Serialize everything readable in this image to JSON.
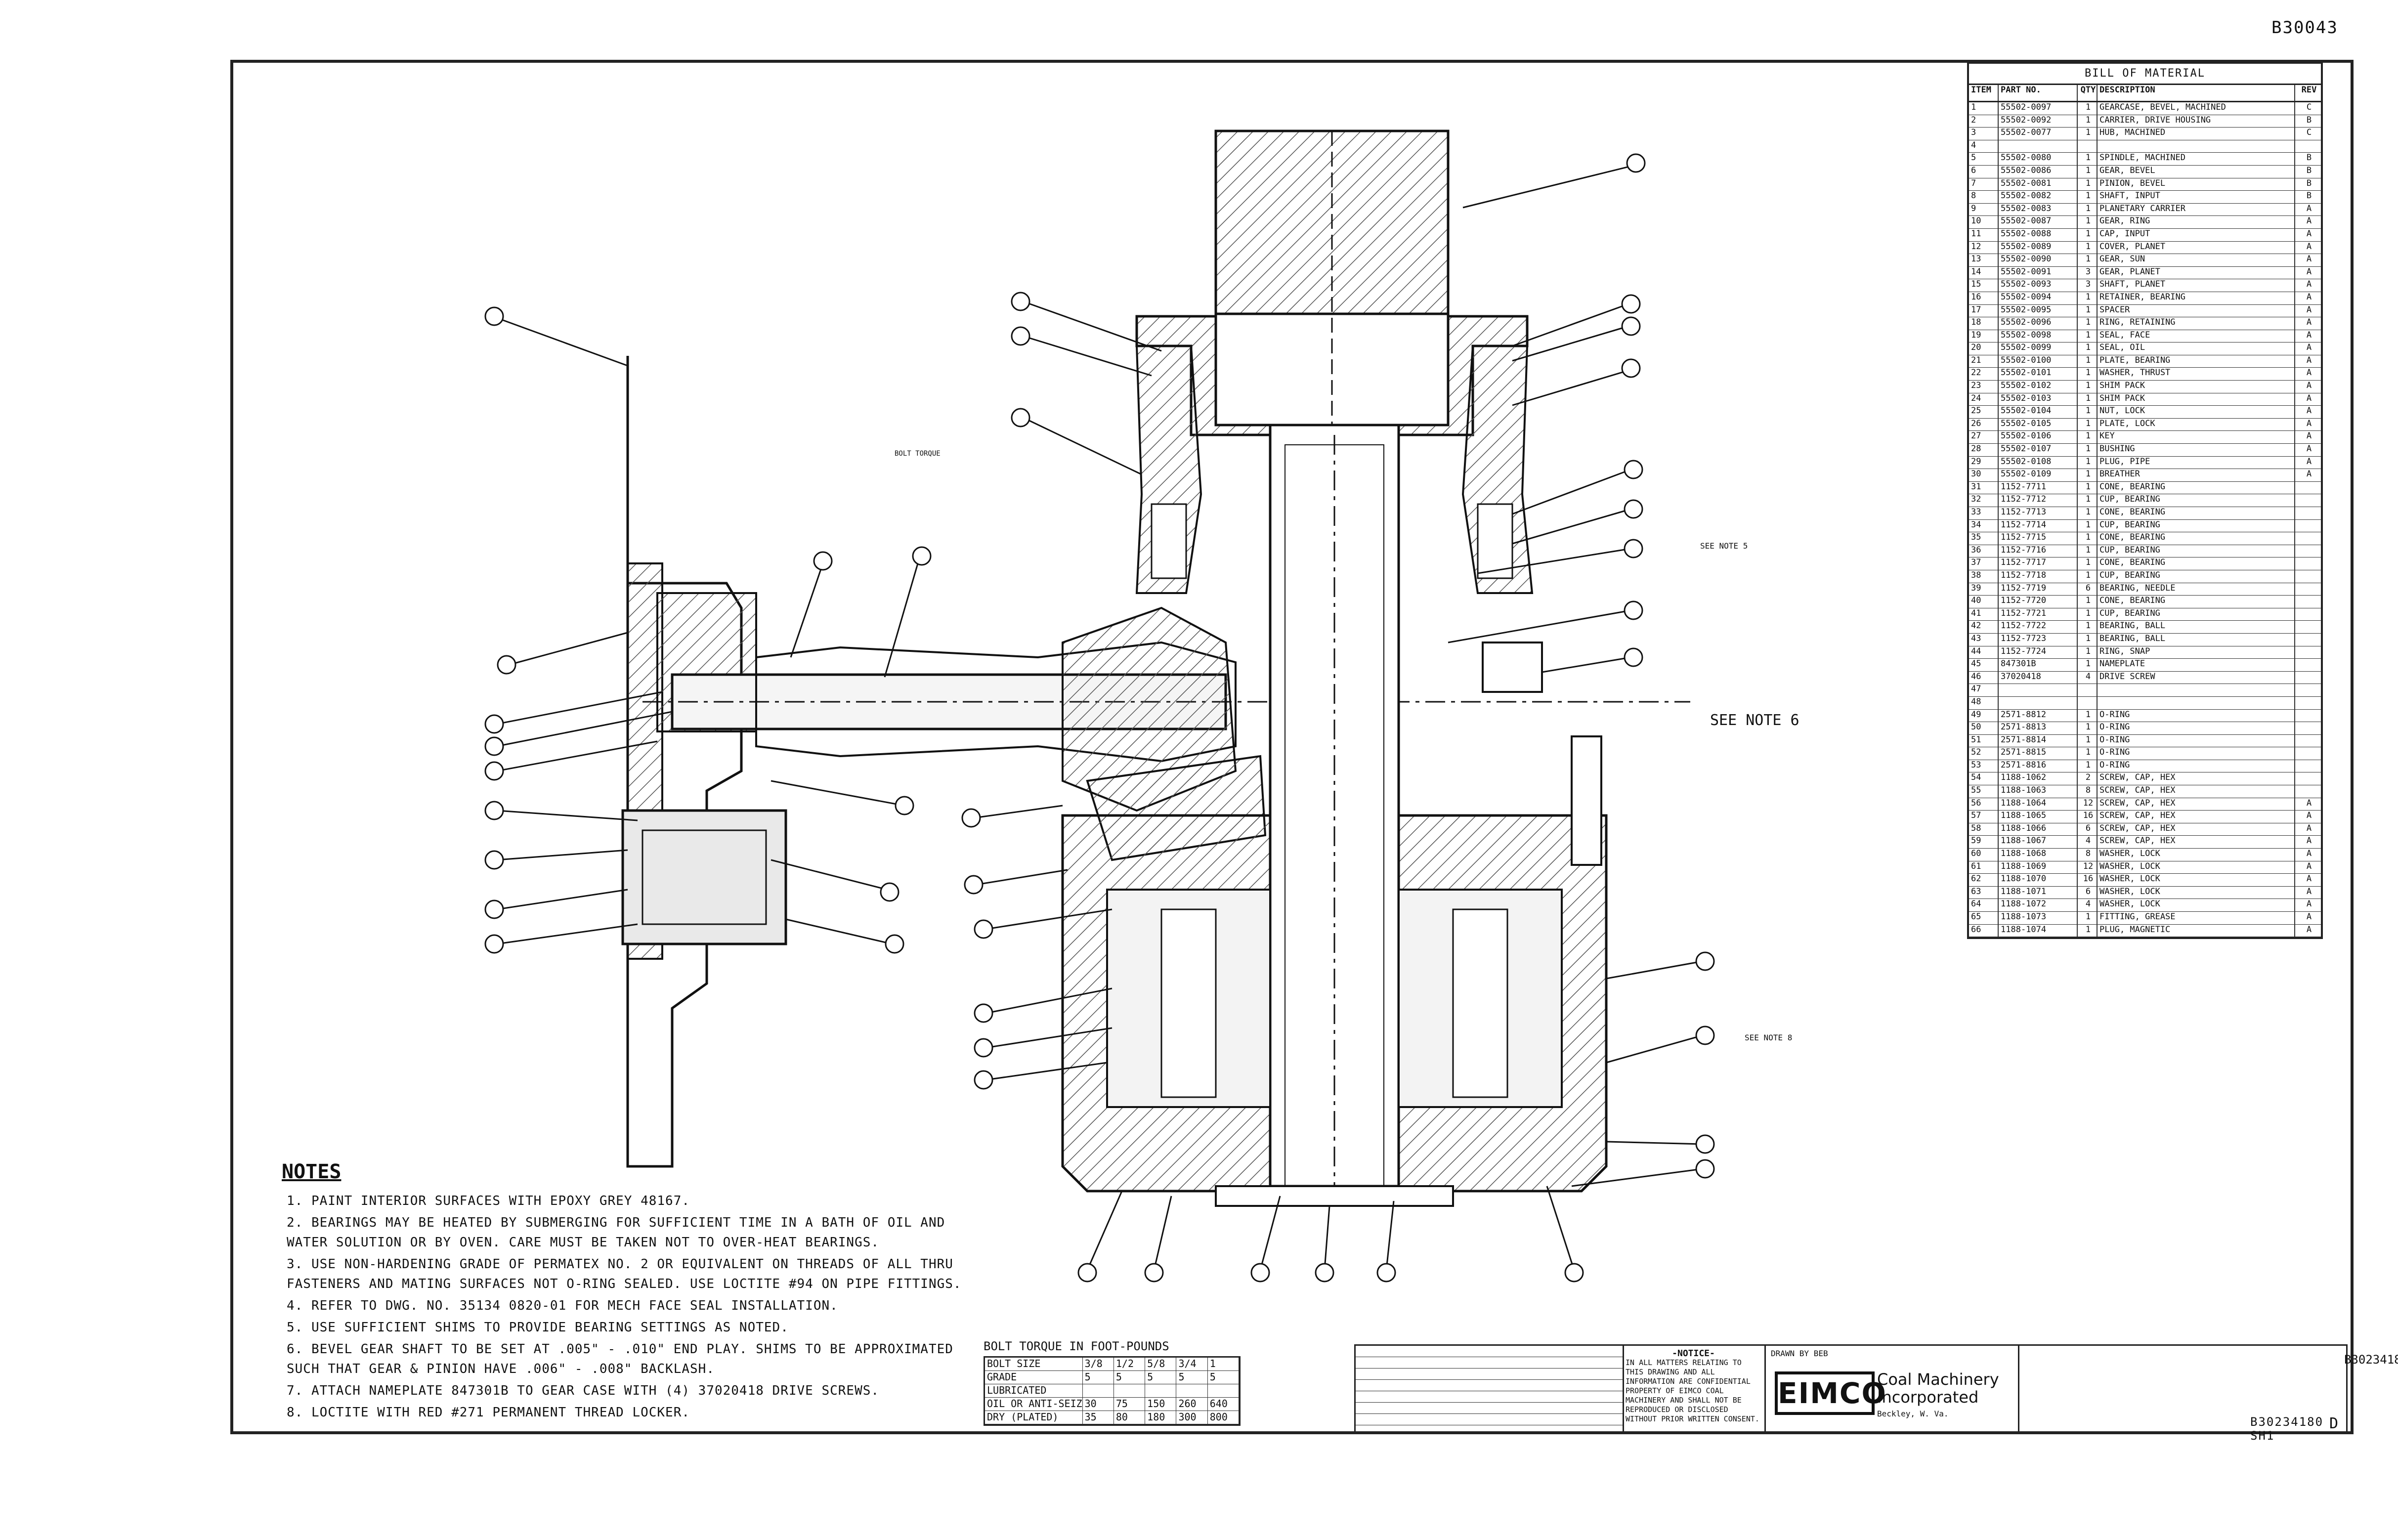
{
  "drawing_number": "B30043",
  "notes": {
    "title": "NOTES",
    "items": [
      "1. PAINT INTERIOR SURFACES WITH EPOXY GREY 48167.",
      "2. BEARINGS MAY BE HEATED BY SUBMERGING FOR SUFFICIENT TIME IN A BATH OF OIL AND WATER SOLUTION OR BY OVEN. CARE MUST BE TAKEN NOT TO OVER-HEAT BEARINGS.",
      "3. USE NON-HARDENING GRADE OF PERMATEX NO. 2 OR EQUIVALENT ON THREADS OF ALL THRU FASTENERS AND MATING SURFACES NOT O-RING SEALED. USE LOCTITE #94 ON PIPE FITTINGS.",
      "4. REFER TO DWG. NO. 35134 0820-01 FOR MECH FACE SEAL INSTALLATION.",
      "5. USE SUFFICIENT SHIMS TO PROVIDE BEARING SETTINGS AS NOTED.",
      "6. BEVEL GEAR SHAFT TO BE SET AT .005\" - .010\" END PLAY. SHIMS TO BE APPROXIMATED SUCH THAT GEAR & PINION HAVE .006\" - .008\" BACKLASH.",
      "7. ATTACH NAMEPLATE 847301B TO GEAR CASE WITH (4) 37020418 DRIVE SCREWS.",
      "8. LOCTITE WITH RED #271 PERMANENT THREAD LOCKER."
    ]
  },
  "bom": {
    "title": "BILL OF MATERIAL",
    "headers": [
      "ITEM",
      "PART NO.",
      "QTY",
      "DESCRIPTION",
      "REV"
    ],
    "rows": [
      [
        "1",
        "55502-0097",
        "1",
        "GEARCASE, BEVEL, MACHINED",
        "C"
      ],
      [
        "2",
        "55502-0092",
        "1",
        "CARRIER, DRIVE HOUSING",
        "B"
      ],
      [
        "3",
        "55502-0077",
        "1",
        "HUB, MACHINED",
        "C"
      ],
      [
        "4",
        "",
        "",
        "",
        ""
      ],
      [
        "5",
        "55502-0080",
        "1",
        "SPINDLE, MACHINED",
        "B"
      ],
      [
        "6",
        "55502-0086",
        "1",
        "GEAR, BEVEL",
        "B"
      ],
      [
        "7",
        "55502-0081",
        "1",
        "PINION, BEVEL",
        "B"
      ],
      [
        "8",
        "55502-0082",
        "1",
        "SHAFT, INPUT",
        "B"
      ],
      [
        "9",
        "55502-0083",
        "1",
        "PLANETARY CARRIER",
        "A"
      ],
      [
        "10",
        "55502-0087",
        "1",
        "GEAR, RING",
        "A"
      ],
      [
        "11",
        "55502-0088",
        "1",
        "CAP, INPUT",
        "A"
      ],
      [
        "12",
        "55502-0089",
        "1",
        "COVER, PLANET",
        "A"
      ],
      [
        "13",
        "55502-0090",
        "1",
        "GEAR, SUN",
        "A"
      ],
      [
        "14",
        "55502-0091",
        "3",
        "GEAR, PLANET",
        "A"
      ],
      [
        "15",
        "55502-0093",
        "3",
        "SHAFT, PLANET",
        "A"
      ],
      [
        "16",
        "55502-0094",
        "1",
        "RETAINER, BEARING",
        "A"
      ],
      [
        "17",
        "55502-0095",
        "1",
        "SPACER",
        "A"
      ],
      [
        "18",
        "55502-0096",
        "1",
        "RING, RETAINING",
        "A"
      ],
      [
        "19",
        "55502-0098",
        "1",
        "SEAL, FACE",
        "A"
      ],
      [
        "20",
        "55502-0099",
        "1",
        "SEAL, OIL",
        "A"
      ],
      [
        "21",
        "55502-0100",
        "1",
        "PLATE, BEARING",
        "A"
      ],
      [
        "22",
        "55502-0101",
        "1",
        "WASHER, THRUST",
        "A"
      ],
      [
        "23",
        "55502-0102",
        "1",
        "SHIM PACK",
        "A"
      ],
      [
        "24",
        "55502-0103",
        "1",
        "SHIM PACK",
        "A"
      ],
      [
        "25",
        "55502-0104",
        "1",
        "NUT, LOCK",
        "A"
      ],
      [
        "26",
        "55502-0105",
        "1",
        "PLATE, LOCK",
        "A"
      ],
      [
        "27",
        "55502-0106",
        "1",
        "KEY",
        "A"
      ],
      [
        "28",
        "55502-0107",
        "1",
        "BUSHING",
        "A"
      ],
      [
        "29",
        "55502-0108",
        "1",
        "PLUG, PIPE",
        "A"
      ],
      [
        "30",
        "55502-0109",
        "1",
        "BREATHER",
        "A"
      ],
      [
        "31",
        "1152-7711",
        "1",
        "CONE, BEARING",
        ""
      ],
      [
        "32",
        "1152-7712",
        "1",
        "CUP, BEARING",
        ""
      ],
      [
        "33",
        "1152-7713",
        "1",
        "CONE, BEARING",
        ""
      ],
      [
        "34",
        "1152-7714",
        "1",
        "CUP, BEARING",
        ""
      ],
      [
        "35",
        "1152-7715",
        "1",
        "CONE, BEARING",
        ""
      ],
      [
        "36",
        "1152-7716",
        "1",
        "CUP, BEARING",
        ""
      ],
      [
        "37",
        "1152-7717",
        "1",
        "CONE, BEARING",
        ""
      ],
      [
        "38",
        "1152-7718",
        "1",
        "CUP, BEARING",
        ""
      ],
      [
        "39",
        "1152-7719",
        "6",
        "BEARING, NEEDLE",
        ""
      ],
      [
        "40",
        "1152-7720",
        "1",
        "CONE, BEARING",
        ""
      ],
      [
        "41",
        "1152-7721",
        "1",
        "CUP, BEARING",
        ""
      ],
      [
        "42",
        "1152-7722",
        "1",
        "BEARING, BALL",
        ""
      ],
      [
        "43",
        "1152-7723",
        "1",
        "BEARING, BALL",
        ""
      ],
      [
        "44",
        "1152-7724",
        "1",
        "RING, SNAP",
        ""
      ],
      [
        "45",
        "847301B",
        "1",
        "NAMEPLATE",
        ""
      ],
      [
        "46",
        "37020418",
        "4",
        "DRIVE SCREW",
        ""
      ],
      [
        "47",
        "",
        "",
        "",
        ""
      ],
      [
        "48",
        "",
        "",
        "",
        ""
      ],
      [
        "49",
        "2571-8812",
        "1",
        "O-RING",
        ""
      ],
      [
        "50",
        "2571-8813",
        "1",
        "O-RING",
        ""
      ],
      [
        "51",
        "2571-8814",
        "1",
        "O-RING",
        ""
      ],
      [
        "52",
        "2571-8815",
        "1",
        "O-RING",
        ""
      ],
      [
        "53",
        "2571-8816",
        "1",
        "O-RING",
        ""
      ],
      [
        "54",
        "1188-1062",
        "2",
        "SCREW, CAP, HEX",
        ""
      ],
      [
        "55",
        "1188-1063",
        "8",
        "SCREW, CAP, HEX",
        ""
      ],
      [
        "56",
        "1188-1064",
        "12",
        "SCREW, CAP, HEX",
        "A"
      ],
      [
        "57",
        "1188-1065",
        "16",
        "SCREW, CAP, HEX",
        "A"
      ],
      [
        "58",
        "1188-1066",
        "6",
        "SCREW, CAP, HEX",
        "A"
      ],
      [
        "59",
        "1188-1067",
        "4",
        "SCREW, CAP, HEX",
        "A"
      ],
      [
        "60",
        "1188-1068",
        "8",
        "WASHER, LOCK",
        "A"
      ],
      [
        "61",
        "1188-1069",
        "12",
        "WASHER, LOCK",
        "A"
      ],
      [
        "62",
        "1188-1070",
        "16",
        "WASHER, LOCK",
        "A"
      ],
      [
        "63",
        "1188-1071",
        "6",
        "WASHER, LOCK",
        "A"
      ],
      [
        "64",
        "1188-1072",
        "4",
        "WASHER, LOCK",
        "A"
      ],
      [
        "65",
        "1188-1073",
        "1",
        "FITTING, GREASE",
        "A"
      ],
      [
        "66",
        "1188-1074",
        "1",
        "PLUG, MAGNETIC",
        "A"
      ]
    ]
  },
  "torque": {
    "title": "BOLT TORQUE IN FOOT-POUNDS",
    "header": [
      "BOLT SIZE",
      "3/8",
      "1/2",
      "5/8",
      "3/4",
      "1"
    ],
    "rows": [
      [
        "GRADE",
        "5",
        "5",
        "5",
        "5",
        "5"
      ],
      [
        "LUBRICATED",
        "",
        "",
        "",
        "",
        ""
      ],
      [
        "OIL OR ANTI-SEIZE",
        "30",
        "75",
        "150",
        "260",
        "640"
      ],
      [
        "DRY (PLATED)",
        "35",
        "80",
        "180",
        "300",
        "800"
      ]
    ]
  },
  "title_block": {
    "notice_title": "-NOTICE-",
    "notice_text": "IN ALL MATTERS RELATING TO THIS DRAWING AND ALL INFORMATION ARE CONFIDENTIAL PROPERTY OF EIMCO COAL MACHINERY AND SHALL NOT BE REPRODUCED OR DISCLOSED WITHOUT PRIOR WRITTEN CONSENT.",
    "logo": "EIMCO",
    "company_line1": "Coal Machinery",
    "company_line2": "Incorporated",
    "company_location": "Beckley, W. Va.",
    "drawn_label": "DRAWN BY BEB",
    "drawing_code": "B30234180",
    "sheet_code": "B30234180 SH1",
    "revision": "D"
  },
  "callout_notes": {
    "see_note_6": "SEE NOTE 6",
    "see_note_5": "SEE NOTE 5",
    "see_note_8": "SEE NOTE 8",
    "bolt_torque": "BOLT TORQUE"
  }
}
